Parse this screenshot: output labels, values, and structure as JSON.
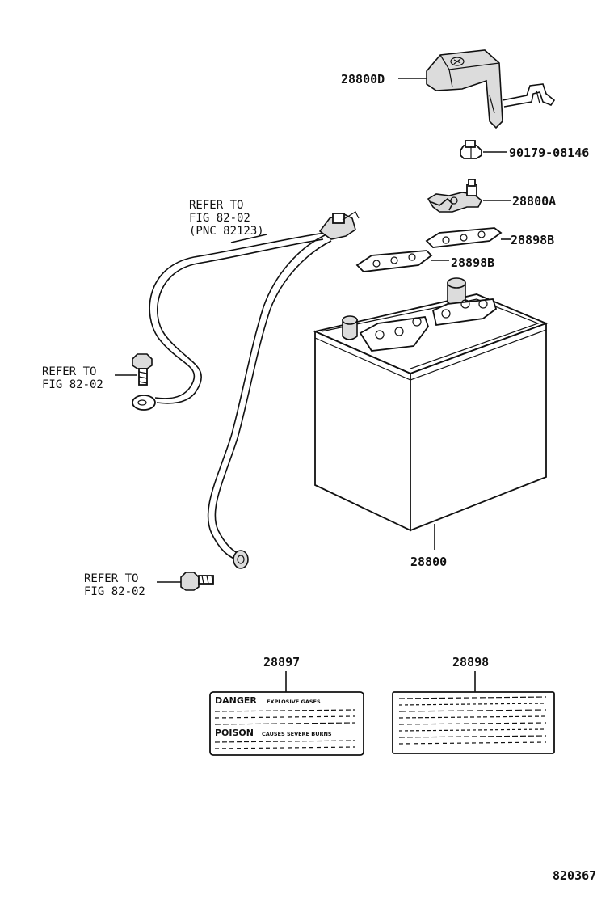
{
  "parts": {
    "cover": "28800D",
    "nut": "90179-08146",
    "clamp": "28800A",
    "plate_upper": "28898B",
    "plate_lower": "28898B",
    "battery": "28800",
    "caution_label": "28897",
    "info_label": "28898"
  },
  "references": {
    "cable": [
      "REFER TO",
      "FIG 82-02",
      "(PNC 82123)"
    ],
    "bolt_upper": [
      "REFER TO",
      "FIG 82-02"
    ],
    "bolt_lower": [
      "REFER TO",
      "FIG 82-02"
    ]
  },
  "caution_label": {
    "line1": "DANGER",
    "line1_sub": "EXPLOSIVE GASES",
    "line2": "POISON",
    "line2_sub": "CAUSES SEVERE BURNS"
  },
  "figure_number": "820367"
}
